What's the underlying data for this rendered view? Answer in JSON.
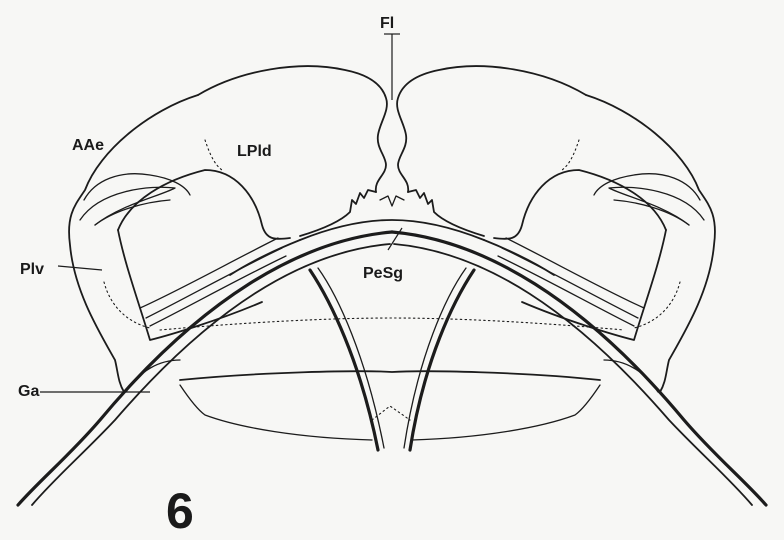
{
  "figure": {
    "number": "6",
    "labels": {
      "fl": "Fl",
      "aae": "AAe",
      "lpld": "LPld",
      "plv": "Plv",
      "pesg": "PeSg",
      "ga": "Ga"
    }
  },
  "colors": {
    "background": "#f7f7f5",
    "ink": "#1c1c1c"
  }
}
